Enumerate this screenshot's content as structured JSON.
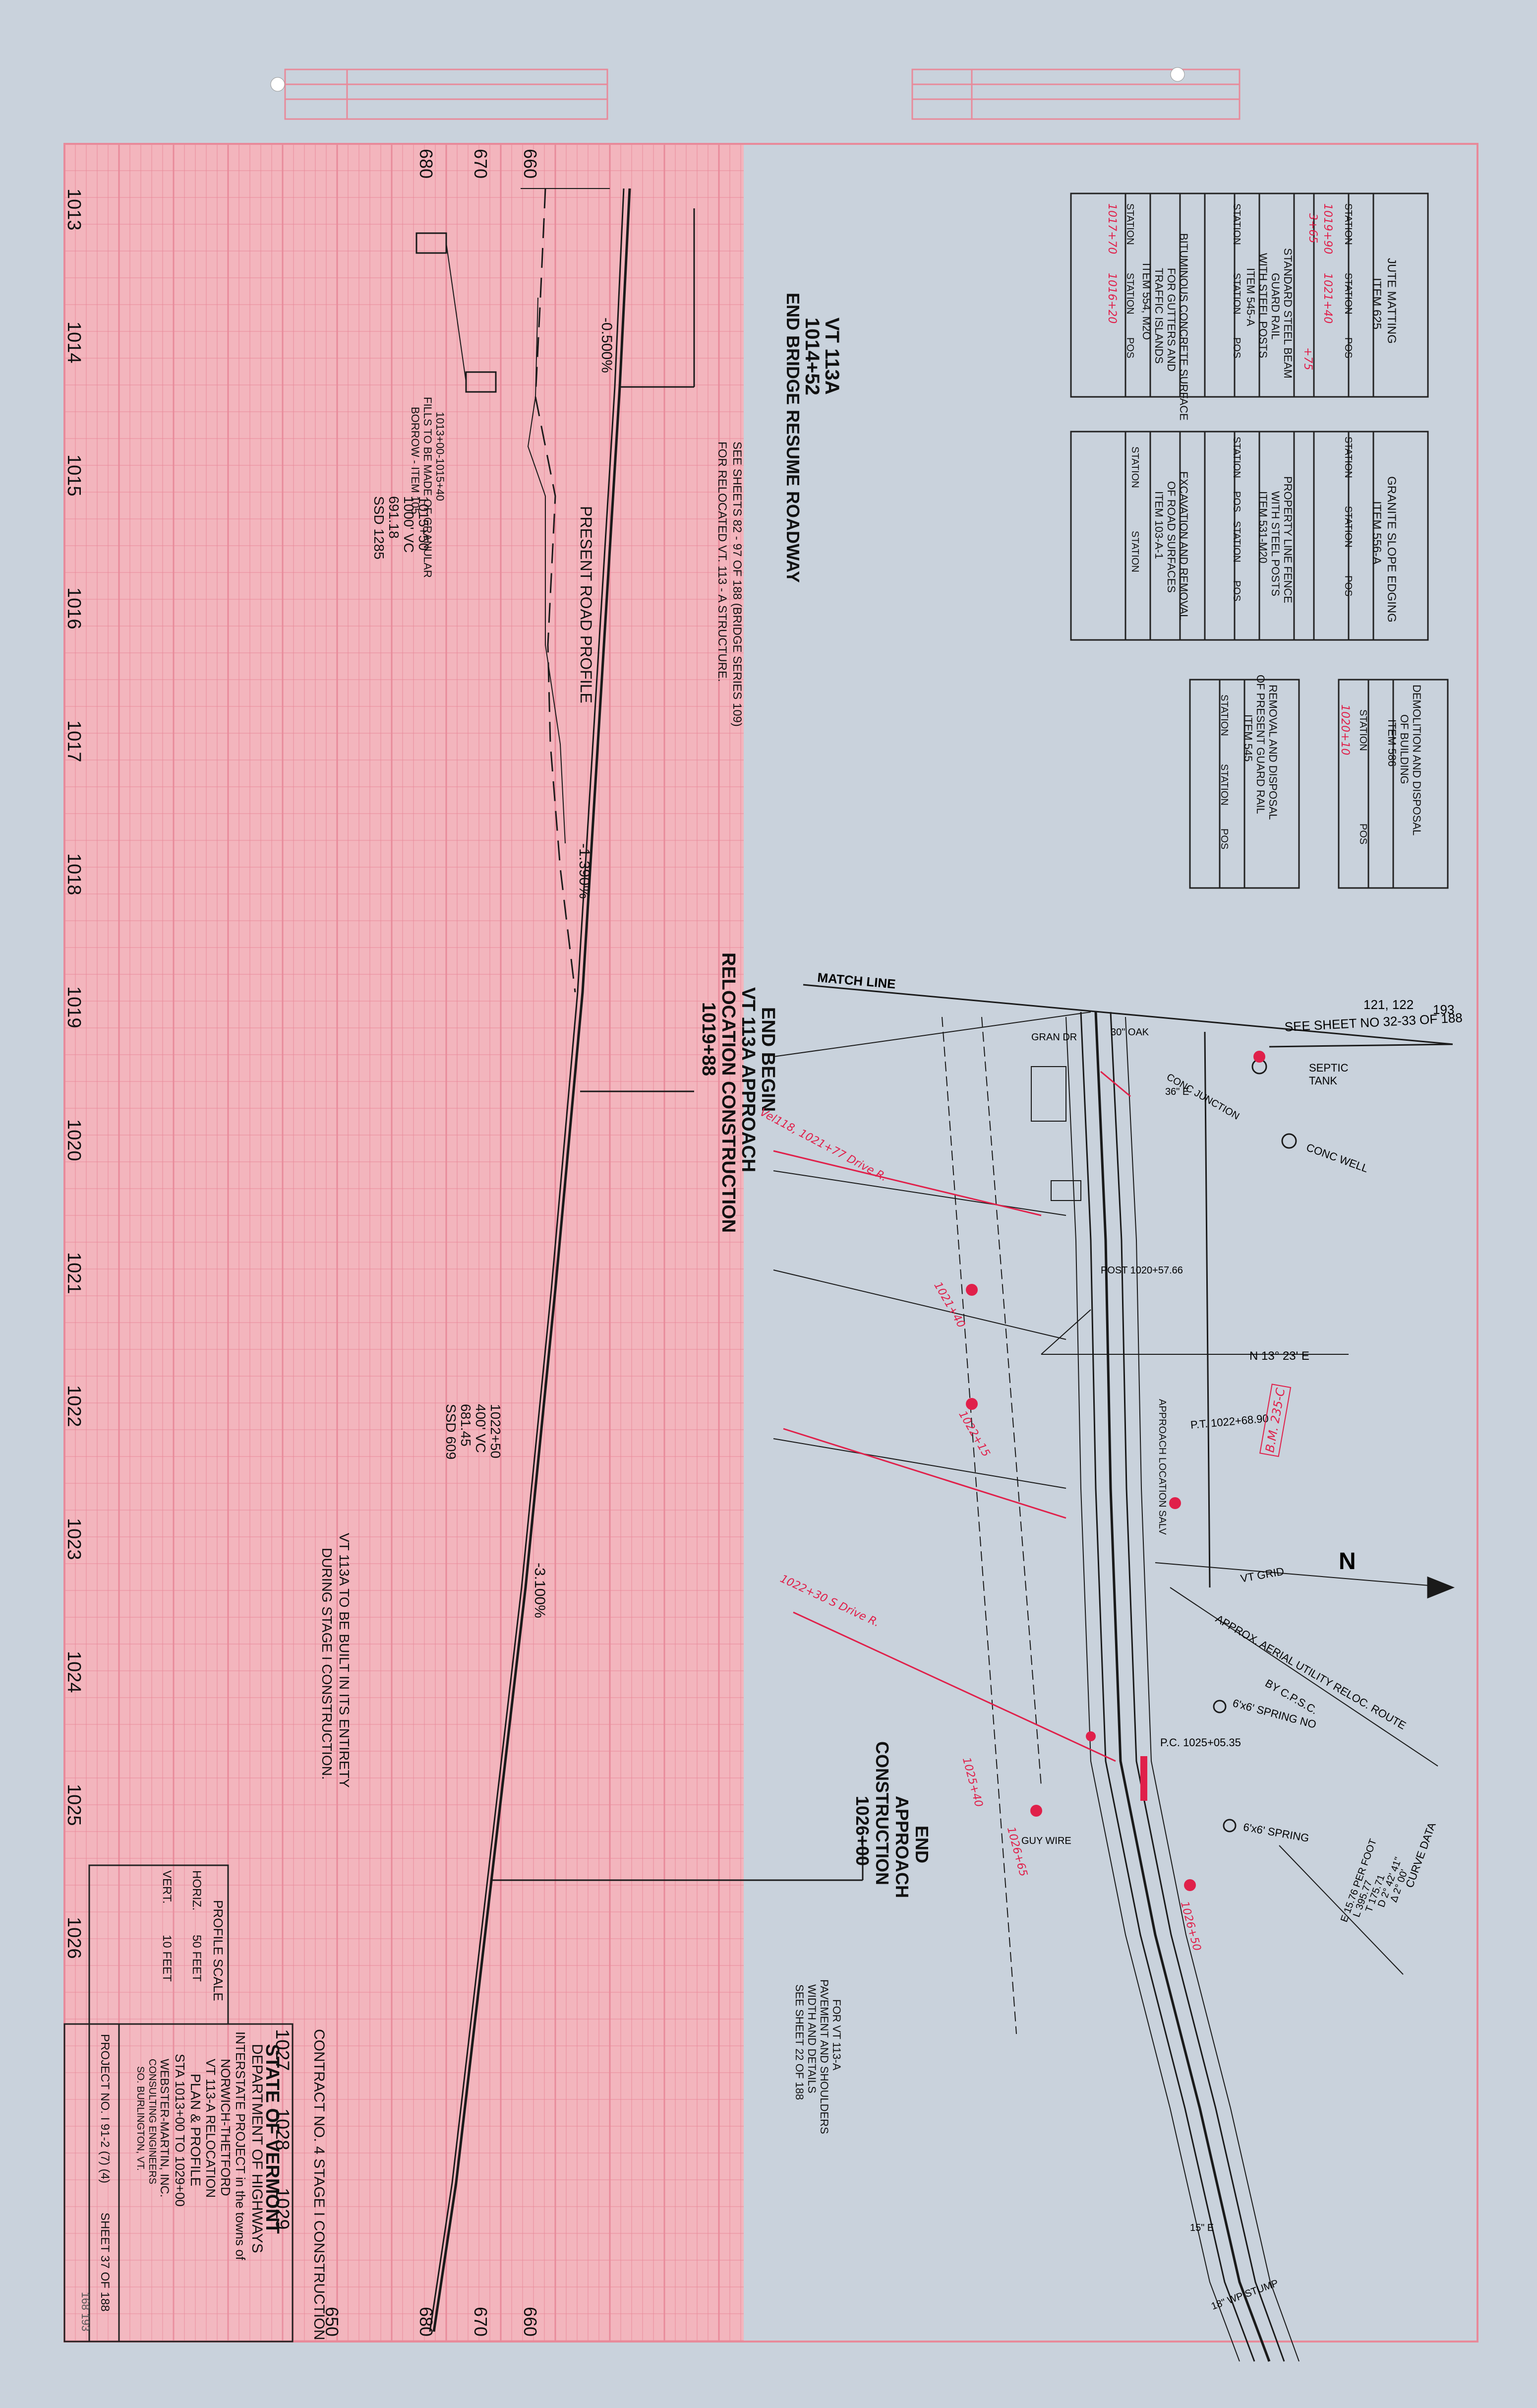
{
  "profile": {
    "elevations_top": [
      "680",
      "670",
      "660"
    ],
    "elevations_bottom": [
      "680",
      "670",
      "660",
      "650"
    ],
    "stations": [
      "1013",
      "1014",
      "1015",
      "1016",
      "1017",
      "1018",
      "1019",
      "1020",
      "1021",
      "1022",
      "1023",
      "1024",
      "1025",
      "1026",
      "1027",
      "1028",
      "1029"
    ],
    "grades": [
      "-0.500%",
      "-1.390%",
      "-3.100%"
    ],
    "present_road_profile": "PRESENT ROAD PROFILE",
    "vc1": [
      "1015+50",
      "1000' VC",
      "691.18",
      "SSD 1285"
    ],
    "vc2": [
      "1022+50",
      "400' VC",
      "681.45",
      "SSD 609"
    ],
    "fill_note": [
      "1013+00-1015+40",
      "FILLS TO BE MADE OF GRANULAR",
      "BORROW - ITEM 105"
    ],
    "see_sheets": [
      "SEE SHEETS 82 - 97 OF 188 (BRIDGE SERIES 109)",
      "FOR RELOCATED VT. 113 - A STRUCTURE."
    ],
    "stage_note": [
      "VT 113A TO BE BUILT IN ITS ENTIRETY",
      "DURING STAGE I CONSTRUCTION."
    ],
    "end_bridge": [
      "VT 113A",
      "1014+52",
      "END BRIDGE RESUME ROADWAY"
    ],
    "begin_approach": [
      "END BEGIN",
      "VT 113A APPROACH",
      "RELOCATION CONSTRUCTION",
      "1019+88"
    ],
    "end_approach": [
      "END",
      "APPROACH",
      "CONSTRUCTION",
      "1026+00"
    ],
    "contract": "CONTRACT NO. 4 STAGE I CONSTRUCTION",
    "profile_scale": {
      "title": "PROFILE SCALE",
      "horiz": "HORIZ.",
      "horiz_val": "50 FEET",
      "vert": "VERT.",
      "vert_val": "10 FEET"
    }
  },
  "tables": {
    "jute": {
      "title": [
        "JUTE MATTING",
        "ITEM 625"
      ],
      "cols": [
        "STATION",
        "STATION",
        "POS"
      ],
      "red": [
        "1019+90",
        "1021+40",
        "3+65",
        "+75"
      ]
    },
    "beam": {
      "title": [
        "STANDARD STEEL BEAM",
        "GUARD RAIL",
        "WITH STEEL POSTS",
        "ITEM 545-A"
      ],
      "cols": [
        "STATION",
        "STATION",
        "POS"
      ]
    },
    "bitum": {
      "title": [
        "BITUMINOUS CONCRETE SURFACE",
        "FOR GUTTERS AND",
        "TRAFFIC ISLANDS",
        "ITEM 554, M2O"
      ],
      "cols": [
        "STATION",
        "STATION",
        "POS"
      ],
      "red": [
        "1017+70",
        "1016+20"
      ]
    },
    "granite": {
      "title": [
        "GRANITE SLOPE EDGING",
        "ITEM 556-A"
      ],
      "cols": [
        "STATION",
        "STATION",
        "POS"
      ]
    },
    "fence": {
      "title": [
        "PROPERTY LINE FENCE",
        "WITH STEEL POSTS",
        "ITEM 531-M20"
      ],
      "cols": [
        "STATION",
        "POS",
        "STATION",
        "POS"
      ]
    },
    "excav": {
      "title": [
        "EXCAVATION AND REMOVAL",
        "OF ROAD SURFACES",
        "ITEM 103-A-1"
      ],
      "cols": [
        "STATION",
        "STATION"
      ]
    },
    "demol": {
      "title": [
        "DEMOLITION AND DISPOSAL",
        "OF BUILDING",
        "ITEM 586"
      ],
      "cols": [
        "STATION",
        "POS"
      ],
      "red": [
        "1020+10"
      ]
    },
    "removal": {
      "title": [
        "REMOVAL AND DISPOSAL",
        "OF PRESENT GUARD RAIL",
        "ITEM 545"
      ],
      "cols": [
        "STATION",
        "STATION",
        "POS"
      ]
    }
  },
  "plan": {
    "match_line": "MATCH LINE",
    "see_sheet": "SEE SHEET NO 32-33 OF 188",
    "parcels": "121, 122",
    "sheet_ref": "193",
    "septic": "SEPTIC TANK",
    "conc_well": "CONC WELL",
    "conc_junction": "CONC JUNCTION",
    "gran_dr": "GRAN DR",
    "oak": "30\" OAK",
    "bearing": "N 13° 23' E",
    "pt": "P.T. 1022+68.90",
    "pc": "P.C. 1025+05.35",
    "vt_grid": "VT GRID",
    "north": "N",
    "utility": [
      "APPROX. AERIAL UTILITY RELOC. ROUTE",
      "BY C.P.S.C."
    ],
    "spring1": "6'x6' SPRING NO",
    "spring2": "6'x6' SPRING",
    "approach_loc": "APPROACH LOCATION SALV",
    "curve": [
      "CURVE DATA",
      "Δ 2° 00'",
      "D 2° 42' 41\"",
      "T 175.71",
      "L 395.77",
      "E 15.76 PER FOOT"
    ],
    "pavement_note": [
      "FOR VT 113-A",
      "PAVEMENT AND SHOULDERS",
      "WIDTH AND DETAILS",
      "SEE SHEET 22 OF 188"
    ],
    "post": "POST 1020+57.66",
    "red_notes": [
      "Vel118, 1021+77 Drive R.",
      "1021+40",
      "1022+15",
      "1022+30 S Drive R.",
      "1025+40",
      "B.M. 235-C",
      "1026+65",
      "1026+50"
    ],
    "misc": [
      "GUY WIRE",
      "18\" WP STUMP",
      "15\" E",
      "36\" E"
    ]
  },
  "title_block": {
    "state": "STATE OF VERMONT",
    "dept": "DEPARTMENT OF HIGHWAYS",
    "project_in": "INTERSTATE PROJECT in the towns of",
    "towns": "NORWICH-THETFORD",
    "relocation": "VT 113-A RELOCATION",
    "plan_profile": "PLAN & PROFILE",
    "sta": "STA 1013+00 TO 1029+00",
    "firm": "WEBSTER-MARTIN, INC.",
    "engineers": "CONSULTING ENGINEERS",
    "city": "SO. BURLINGTON, VT.",
    "project_no": "PROJECT NO. I 91-2 (7) (4)",
    "sheet": "SHEET 37 OF 188",
    "footer": "168  193"
  },
  "colors": {
    "grid": "#e88a9a",
    "grid_fill": "#f3b5bd",
    "paper": "#c9d2dc",
    "ink": "#1a1a1a",
    "red_note": "#e0204a"
  }
}
